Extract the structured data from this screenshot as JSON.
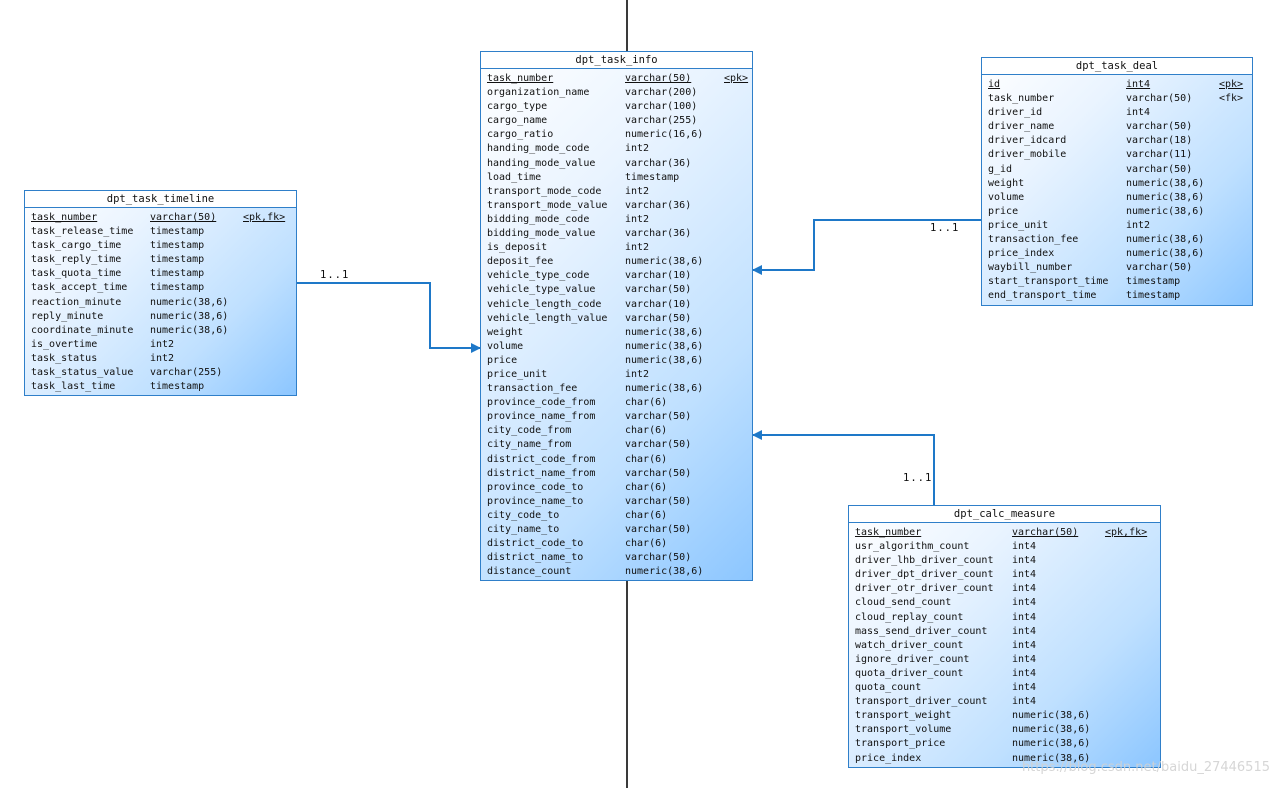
{
  "entities": {
    "task_info": {
      "title": "dpt_task_info",
      "rows": [
        {
          "name": "task_number",
          "type": "varchar(50)",
          "key": "<pk>",
          "pk": true
        },
        {
          "name": "organization_name",
          "type": "varchar(200)",
          "key": ""
        },
        {
          "name": "cargo_type",
          "type": "varchar(100)",
          "key": ""
        },
        {
          "name": "cargo_name",
          "type": "varchar(255)",
          "key": ""
        },
        {
          "name": "cargo_ratio",
          "type": "numeric(16,6)",
          "key": ""
        },
        {
          "name": "handing_mode_code",
          "type": "int2",
          "key": ""
        },
        {
          "name": "handing_mode_value",
          "type": "varchar(36)",
          "key": ""
        },
        {
          "name": "load_time",
          "type": "timestamp",
          "key": ""
        },
        {
          "name": "transport_mode_code",
          "type": "int2",
          "key": ""
        },
        {
          "name": "transport_mode_value",
          "type": "varchar(36)",
          "key": ""
        },
        {
          "name": "bidding_mode_code",
          "type": "int2",
          "key": ""
        },
        {
          "name": "bidding_mode_value",
          "type": "varchar(36)",
          "key": ""
        },
        {
          "name": "is_deposit",
          "type": "int2",
          "key": ""
        },
        {
          "name": "deposit_fee",
          "type": "numeric(38,6)",
          "key": ""
        },
        {
          "name": "vehicle_type_code",
          "type": "varchar(10)",
          "key": ""
        },
        {
          "name": "vehicle_type_value",
          "type": "varchar(50)",
          "key": ""
        },
        {
          "name": "vehicle_length_code",
          "type": "varchar(10)",
          "key": ""
        },
        {
          "name": "vehicle_length_value",
          "type": "varchar(50)",
          "key": ""
        },
        {
          "name": "weight",
          "type": "numeric(38,6)",
          "key": ""
        },
        {
          "name": "volume",
          "type": "numeric(38,6)",
          "key": ""
        },
        {
          "name": "price",
          "type": "numeric(38,6)",
          "key": ""
        },
        {
          "name": "price_unit",
          "type": "int2",
          "key": ""
        },
        {
          "name": "transaction_fee",
          "type": "numeric(38,6)",
          "key": ""
        },
        {
          "name": "province_code_from",
          "type": "char(6)",
          "key": ""
        },
        {
          "name": "province_name_from",
          "type": "varchar(50)",
          "key": ""
        },
        {
          "name": "city_code_from",
          "type": "char(6)",
          "key": ""
        },
        {
          "name": "city_name_from",
          "type": "varchar(50)",
          "key": ""
        },
        {
          "name": "district_code_from",
          "type": "char(6)",
          "key": ""
        },
        {
          "name": "district_name_from",
          "type": "varchar(50)",
          "key": ""
        },
        {
          "name": "province_code_to",
          "type": "char(6)",
          "key": ""
        },
        {
          "name": "province_name_to",
          "type": "varchar(50)",
          "key": ""
        },
        {
          "name": "city_code_to",
          "type": "char(6)",
          "key": ""
        },
        {
          "name": "city_name_to",
          "type": "varchar(50)",
          "key": ""
        },
        {
          "name": "district_code_to",
          "type": "char(6)",
          "key": ""
        },
        {
          "name": "district_name_to",
          "type": "varchar(50)",
          "key": ""
        },
        {
          "name": "distance_count",
          "type": "numeric(38,6)",
          "key": ""
        }
      ]
    },
    "task_timeline": {
      "title": "dpt_task_timeline",
      "rows": [
        {
          "name": "task_number",
          "type": "varchar(50)",
          "key": "<pk,fk>",
          "pk": true
        },
        {
          "name": "task_release_time",
          "type": "timestamp",
          "key": ""
        },
        {
          "name": "task_cargo_time",
          "type": "timestamp",
          "key": ""
        },
        {
          "name": "task_reply_time",
          "type": "timestamp",
          "key": ""
        },
        {
          "name": "task_quota_time",
          "type": "timestamp",
          "key": ""
        },
        {
          "name": "task_accept_time",
          "type": "timestamp",
          "key": ""
        },
        {
          "name": "reaction_minute",
          "type": "numeric(38,6)",
          "key": ""
        },
        {
          "name": "reply_minute",
          "type": "numeric(38,6)",
          "key": ""
        },
        {
          "name": "coordinate_minute",
          "type": "numeric(38,6)",
          "key": ""
        },
        {
          "name": "is_overtime",
          "type": "int2",
          "key": ""
        },
        {
          "name": "task_status",
          "type": "int2",
          "key": ""
        },
        {
          "name": "task_status_value",
          "type": "varchar(255)",
          "key": ""
        },
        {
          "name": "task_last_time",
          "type": "timestamp",
          "key": ""
        }
      ]
    },
    "task_deal": {
      "title": "dpt_task_deal",
      "rows": [
        {
          "name": "id",
          "type": "int4",
          "key": "<pk>",
          "pk": true
        },
        {
          "name": "task_number",
          "type": "varchar(50)",
          "key": "<fk>"
        },
        {
          "name": "driver_id",
          "type": "int4",
          "key": ""
        },
        {
          "name": "driver_name",
          "type": "varchar(50)",
          "key": ""
        },
        {
          "name": "driver_idcard",
          "type": "varchar(18)",
          "key": ""
        },
        {
          "name": "driver_mobile",
          "type": "varchar(11)",
          "key": ""
        },
        {
          "name": "g_id",
          "type": "varchar(50)",
          "key": ""
        },
        {
          "name": "weight",
          "type": "numeric(38,6)",
          "key": ""
        },
        {
          "name": "volume",
          "type": "numeric(38,6)",
          "key": ""
        },
        {
          "name": "price",
          "type": "numeric(38,6)",
          "key": ""
        },
        {
          "name": "price_unit",
          "type": "int2",
          "key": ""
        },
        {
          "name": "transaction_fee",
          "type": "numeric(38,6)",
          "key": ""
        },
        {
          "name": "price_index",
          "type": "numeric(38,6)",
          "key": ""
        },
        {
          "name": "waybill_number",
          "type": "varchar(50)",
          "key": ""
        },
        {
          "name": "start_transport_time",
          "type": "timestamp",
          "key": ""
        },
        {
          "name": "end_transport_time",
          "type": "timestamp",
          "key": ""
        }
      ]
    },
    "calc_measure": {
      "title": "dpt_calc_measure",
      "rows": [
        {
          "name": "task_number",
          "type": "varchar(50)",
          "key": "<pk,fk>",
          "pk": true
        },
        {
          "name": "usr_algorithm_count",
          "type": "int4",
          "key": ""
        },
        {
          "name": "driver_lhb_driver_count",
          "type": "int4",
          "key": ""
        },
        {
          "name": "driver_dpt_driver_count",
          "type": "int4",
          "key": ""
        },
        {
          "name": "driver_otr_driver_count",
          "type": "int4",
          "key": ""
        },
        {
          "name": "cloud_send_count",
          "type": "int4",
          "key": ""
        },
        {
          "name": "cloud_replay_count",
          "type": "int4",
          "key": ""
        },
        {
          "name": "mass_send_driver_count",
          "type": "int4",
          "key": ""
        },
        {
          "name": "watch_driver_count",
          "type": "int4",
          "key": ""
        },
        {
          "name": "ignore_driver_count",
          "type": "int4",
          "key": ""
        },
        {
          "name": "quota_driver_count",
          "type": "int4",
          "key": ""
        },
        {
          "name": "quota_count",
          "type": "int4",
          "key": ""
        },
        {
          "name": "transport_driver_count",
          "type": "int4",
          "key": ""
        },
        {
          "name": "transport_weight",
          "type": "numeric(38,6)",
          "key": ""
        },
        {
          "name": "transport_volume",
          "type": "numeric(38,6)",
          "key": ""
        },
        {
          "name": "transport_price",
          "type": "numeric(38,6)",
          "key": ""
        },
        {
          "name": "price_index",
          "type": "numeric(38,6)",
          "key": ""
        }
      ]
    }
  },
  "relations": {
    "timeline_card": "1..1",
    "deal_card": "1..1",
    "measure_card": "1..1"
  },
  "colors": {
    "border": "#2f7fc9",
    "link": "#1e78c8"
  },
  "watermark": "https://blog.csdn.net/baidu_27446515"
}
